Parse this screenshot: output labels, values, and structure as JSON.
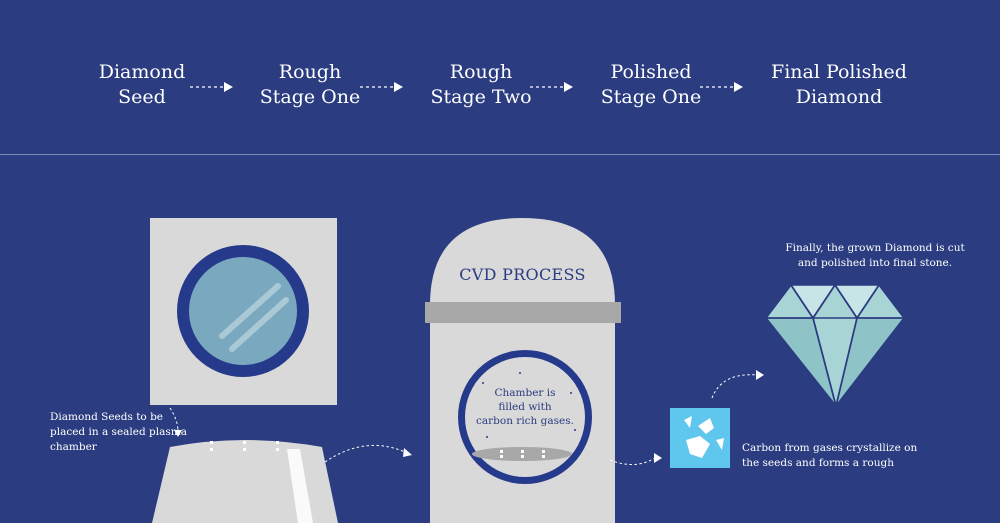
{
  "stages": [
    "Diamond\nSeed",
    "Rough\nStage One",
    "Rough\nStage Two",
    "Polished\nStage One",
    "Final Polished\nDiamond"
  ],
  "chamber": {
    "title": "CVD PROCESS",
    "inner_text": "Chamber is\nfilled with\ncarbon rich gases."
  },
  "captions": {
    "seed": "Diamond Seeds to be\nplaced in a sealed plasma\nchamber",
    "crystallize": "Carbon from gases crystallize on\nthe seeds and forms a rough",
    "final": "Finally, the grown Diamond is cut\nand polished into final stone."
  },
  "colors": {
    "background": "#2b3c80",
    "panel": "#d9d9d9",
    "ring": "#263a8c",
    "seed": "#7aa9bf",
    "rough": "#5fc6ee",
    "diamond": "#a9d4d6"
  }
}
